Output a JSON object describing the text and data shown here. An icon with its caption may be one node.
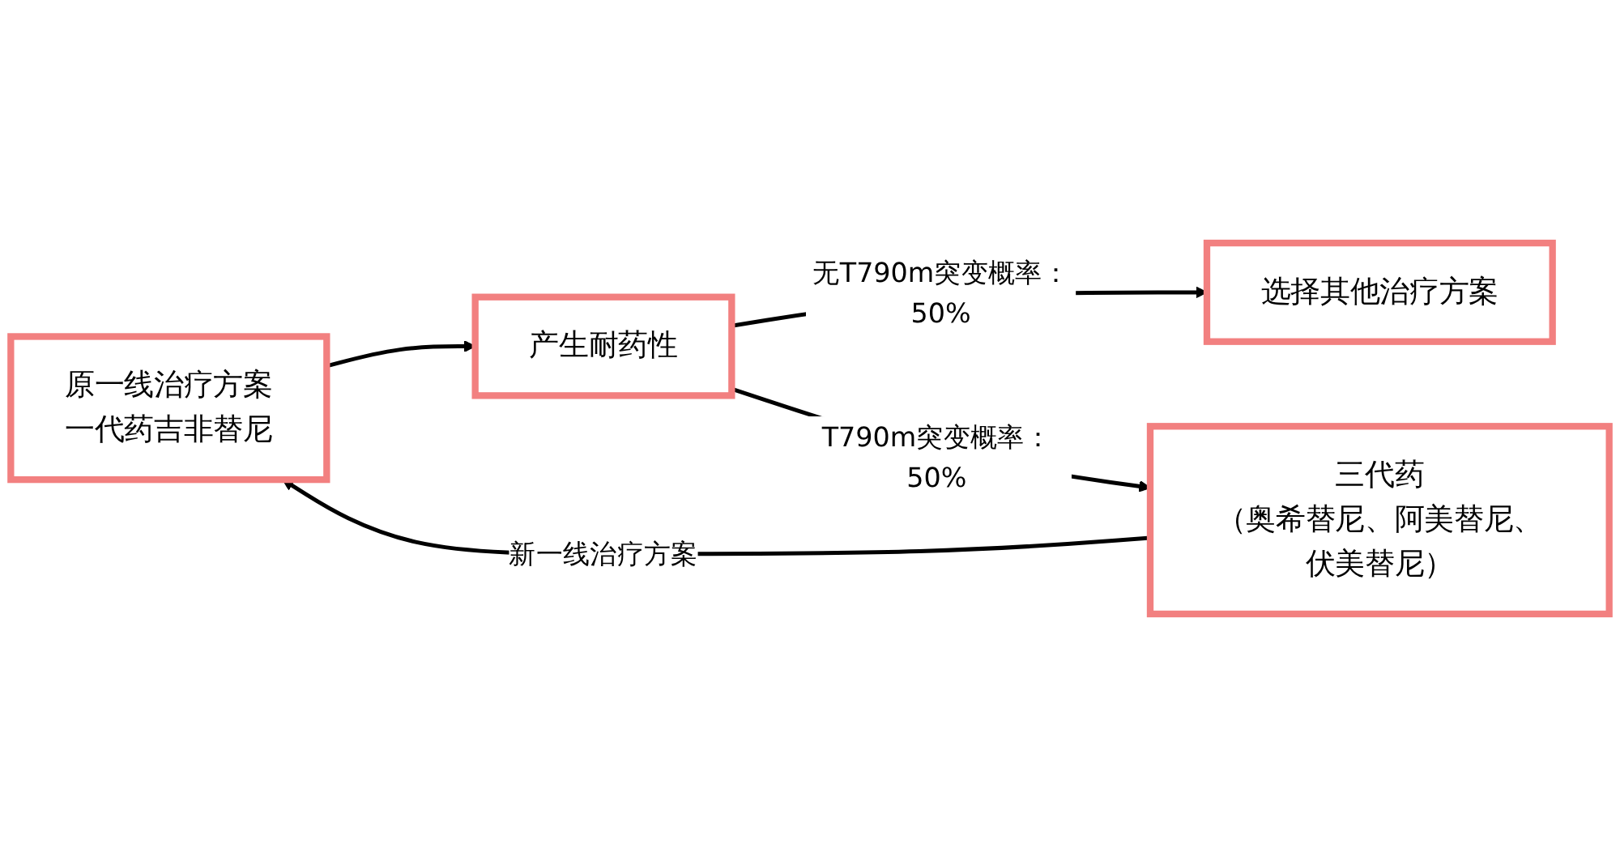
{
  "diagram": {
    "nodes": [
      {
        "text": [
          "原一线治疗方案",
          "一代药吉非替尼"
        ]
      },
      {
        "text": [
          "产生耐药性"
        ]
      },
      {
        "text": [
          "选择其他治疗方案"
        ]
      },
      {
        "text": [
          "三代药",
          "（奥希替尼、阿美替尼、伏美替尼）"
        ]
      }
    ],
    "edges": [
      {
        "from": 0,
        "to": 1,
        "arrow": "to"
      },
      {
        "from": 1,
        "to": 2,
        "arrow": "to",
        "label": "无T790m突变概率：50%"
      },
      {
        "from": 1,
        "to": 3,
        "arrow": "to",
        "label": "T790m突变概率：50%"
      },
      {
        "from": 3,
        "to": 0,
        "arrow": "to",
        "label": "新一线治疗方案"
      }
    ]
  }
}
